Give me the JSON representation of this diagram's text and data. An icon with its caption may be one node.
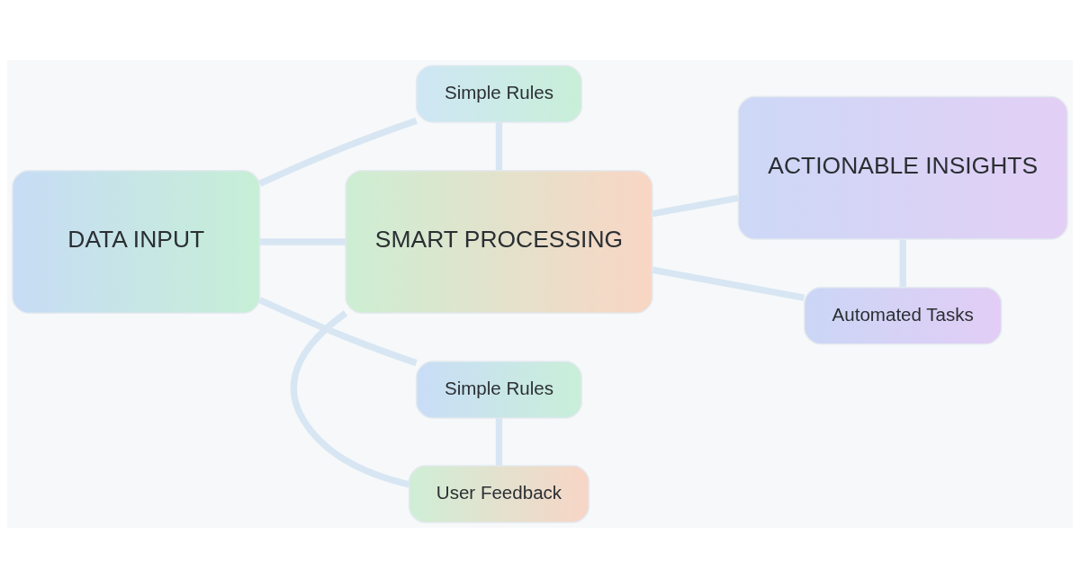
{
  "diagram": {
    "nodes": [
      {
        "text": [
          "Simple Rules"
        ]
      },
      {
        "text": [
          "DATA INPUT"
        ]
      },
      {
        "text": [
          "SMART PROCESSING"
        ]
      },
      {
        "text": [
          "ACTIONABLE INSIGHTS"
        ]
      },
      {
        "text": [
          "Simple Rules"
        ]
      },
      {
        "text": [
          "User Feedback"
        ]
      },
      {
        "text": [
          "Automated Tasks"
        ]
      }
    ],
    "edges": [
      {
        "from": 1,
        "to": 0,
        "arrow": "none"
      },
      {
        "from": 1,
        "to": 2,
        "arrow": "none"
      },
      {
        "from": 0,
        "to": 2,
        "arrow": "none"
      },
      {
        "from": 2,
        "to": 3,
        "arrow": "none"
      },
      {
        "from": 2,
        "to": 6,
        "arrow": "none"
      },
      {
        "from": 3,
        "to": 6,
        "arrow": "none"
      },
      {
        "from": 1,
        "to": 4,
        "arrow": "none"
      },
      {
        "from": 4,
        "to": 5,
        "arrow": "none"
      },
      {
        "from": 2,
        "to": 5,
        "arrow": "none"
      }
    ]
  }
}
